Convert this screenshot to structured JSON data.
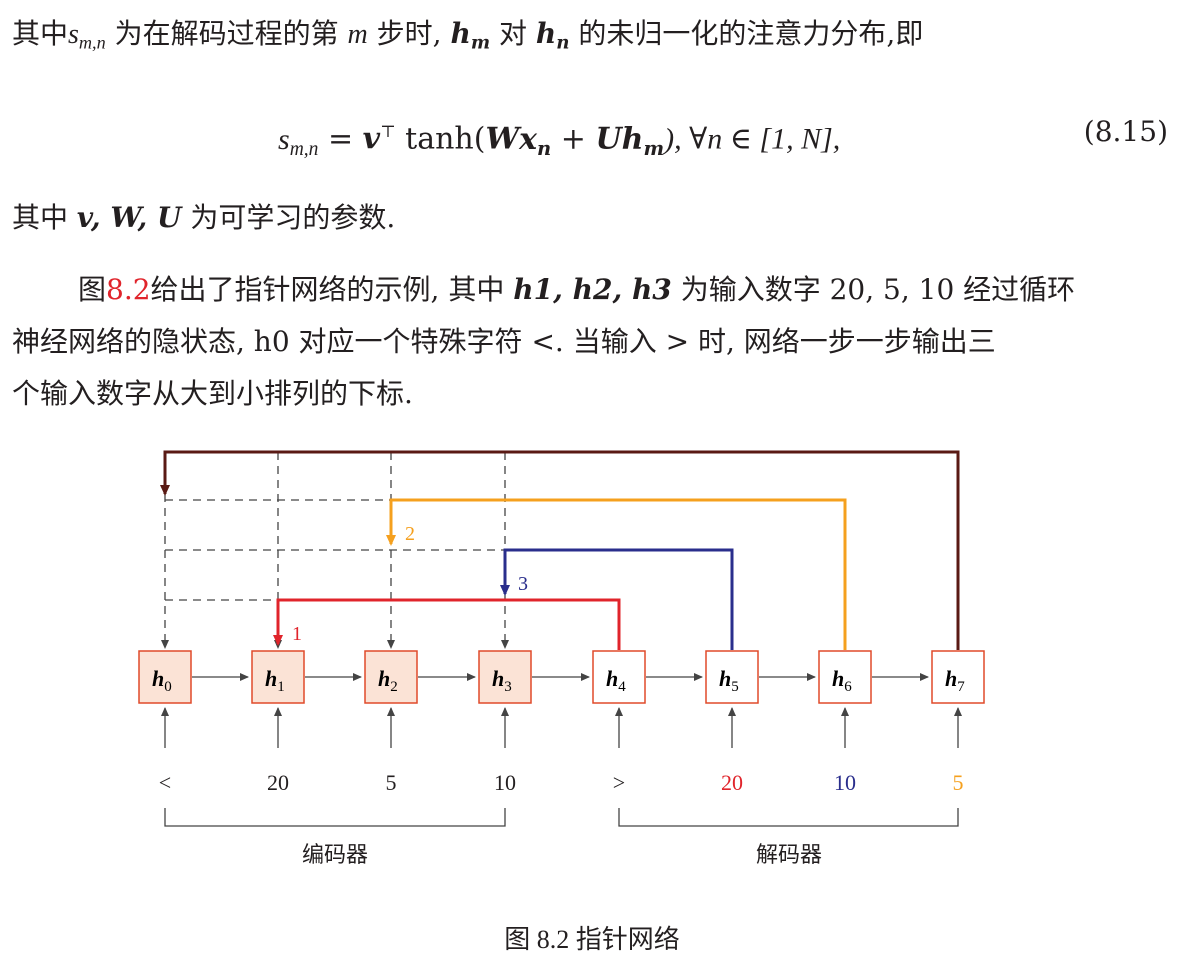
{
  "paragraph1": {
    "prefix": "其中",
    "s_mn": "s",
    "s_mn_sub": "m,n",
    "mid1": "为在解码过程的第",
    "m": "m",
    "mid2": "步时,",
    "hm": "h",
    "hm_sub": "m",
    "mid3": "对",
    "hn": "h",
    "hn_sub": "n",
    "suffix": "的未归一化的注意力分布,即"
  },
  "equation": {
    "lhs": "s",
    "lhs_sub": "m,n",
    "eq": "=",
    "v": "v",
    "T": "⊤",
    "tanh": "tanh(",
    "W": "W",
    "x": "x",
    "x_sub": "n",
    "plus": "+",
    "U": "U",
    "h": "h",
    "h_sub": "m",
    "tail": "), ∀n ∈ [1, N],",
    "number": "(8.15)"
  },
  "paragraph2": {
    "prefix": "其中",
    "params": "v, W, U",
    "suffix": "为可学习的参数."
  },
  "paragraph3": {
    "line1_prefix": "图",
    "line1_ref": "8.2",
    "line1_mid": "给出了指针网络的示例, 其中",
    "line1_h": "h",
    "line1_h123": "1, h2, h3",
    "line1_suffix": "为输入数字 20, 5, 10 经过循环",
    "line2": "神经网络的隐状态, h0 对应一个特殊字符 <. 当输入 > 时, 网络一步一步输出三",
    "line3": "个输入数字从大到小排列的下标."
  },
  "figure": {
    "caption": "图 8.2 指针网络",
    "nodes": [
      "h0",
      "h1",
      "h2",
      "h3",
      "h4",
      "h5",
      "h6",
      "h7"
    ],
    "node_labels": [
      {
        "base": "h",
        "sub": "0"
      },
      {
        "base": "h",
        "sub": "1"
      },
      {
        "base": "h",
        "sub": "2"
      },
      {
        "base": "h",
        "sub": "3"
      },
      {
        "base": "h",
        "sub": "4"
      },
      {
        "base": "h",
        "sub": "5"
      },
      {
        "base": "h",
        "sub": "6"
      },
      {
        "base": "h",
        "sub": "7"
      }
    ],
    "inputs": [
      "<",
      "20",
      "5",
      "10",
      ">",
      "20",
      "10",
      "5"
    ],
    "encoder_label": "编码器",
    "decoder_label": "解码器",
    "pointer_labels": [
      "1",
      "2",
      "3"
    ],
    "colors": {
      "red": "#e0242b",
      "orange": "#f5a01e",
      "blue": "#2a2e8c",
      "dark": "#5a1a14",
      "node_fill": "#fbe3d6",
      "node_border": "#e04a2a"
    }
  }
}
